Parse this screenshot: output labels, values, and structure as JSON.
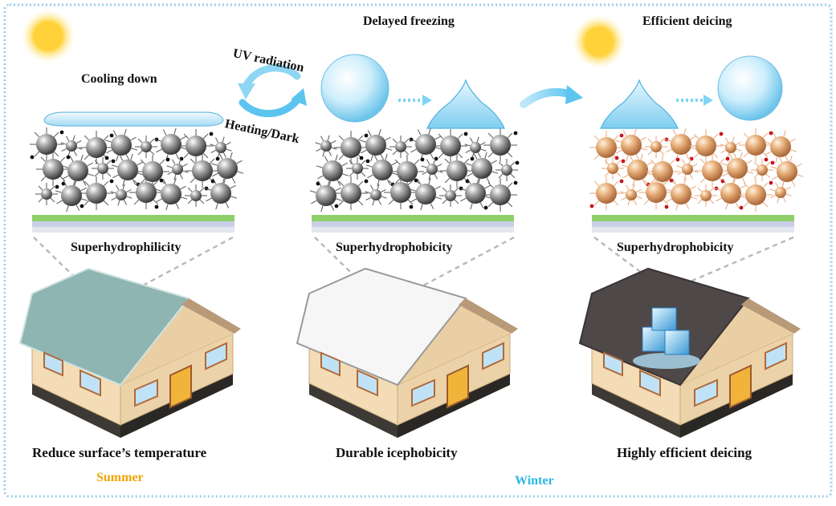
{
  "panels": [
    {
      "title": "Cooling down",
      "coating": "Superhydrophilicity",
      "effect": "Reduce surface’s temperature"
    },
    {
      "title": "Delayed freezing",
      "coating": "Superhydrophobicity",
      "effect": "Durable icephobicity"
    },
    {
      "title": "Efficient deicing",
      "coating": "Superhydrophobicity",
      "effect": "Highly efficient deicing"
    }
  ],
  "switch": {
    "top": "UV radiation",
    "bottom": "Heating/Dark"
  },
  "seasons": {
    "summer": "Summer",
    "winter": "Winter"
  },
  "colors": {
    "border": "#9ecfe9",
    "summer": "#f0a500",
    "winter": "#2ab6e6",
    "substrate_green": "#8fcf6a",
    "gray_particle": "#6f6f6f",
    "copper_particle": "#d99a62",
    "red_dot": "#c8141e",
    "roof_teal": "#8fb5b2",
    "roof_white": "#f6f6f6",
    "roof_dark": "#4f4848",
    "wall": "#f3dcb6",
    "water": "#bfe6f8"
  },
  "icons": [
    "sun-icon",
    "cycle-arrows-icon",
    "dotted-arrow-icon",
    "curved-arrow-icon",
    "ice-cube-icon",
    "water-droplet-icon"
  ]
}
